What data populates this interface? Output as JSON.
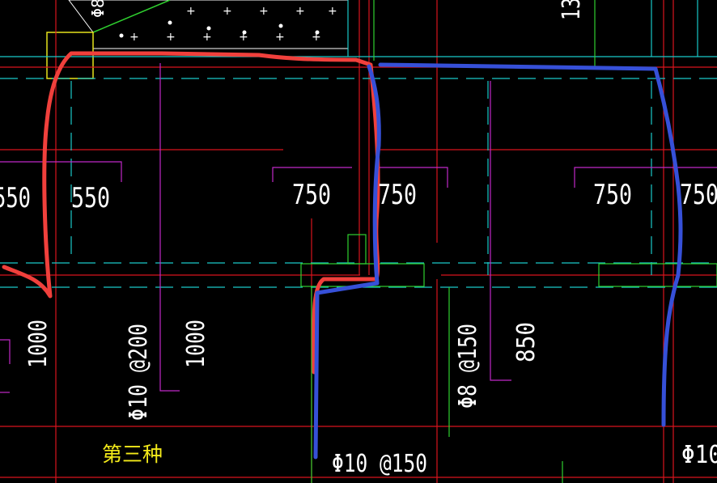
{
  "drawing": {
    "background": "#000000",
    "colors": {
      "red_line": "#d9141d",
      "cyan_line": "#19c9c9",
      "magenta_line": "#c028c8",
      "green_line": "#2fd02f",
      "yellow_box": "#e6e21c",
      "annot_red": "#f0403c",
      "annot_blue": "#3650d8",
      "text": "#ffffff",
      "note": "#f3ea1a"
    },
    "dimensions": {
      "d550_left": "550",
      "d550_mid": "550",
      "d750_a": "750",
      "d750_b": "750",
      "d750_c": "750",
      "d750_d": "750",
      "d1000_a": "1000",
      "d1000_b": "1000",
      "d850": "850",
      "top_partial": "13"
    },
    "rebar": {
      "r1": "Φ10 @200",
      "r2": "Φ8 @150",
      "r3": "Φ10 @150",
      "r4": "Φ10",
      "top": "Φ8"
    },
    "note": "第三种"
  }
}
